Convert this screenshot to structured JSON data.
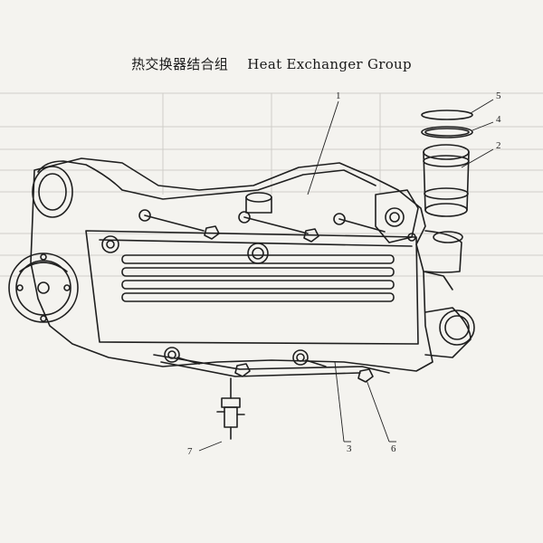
{
  "title": {
    "chinese": "热交换器结合组",
    "english": "Heat Exchanger Group"
  },
  "callouts": [
    {
      "id": "1",
      "label": "1"
    },
    {
      "id": "2",
      "label": "2"
    },
    {
      "id": "3",
      "label": "3"
    },
    {
      "id": "4",
      "label": "4"
    },
    {
      "id": "5",
      "label": "5"
    },
    {
      "id": "6",
      "label": "6"
    },
    {
      "id": "7",
      "label": "7"
    }
  ],
  "colors": {
    "paper": "#f4f3ef",
    "ink": "#1f1f1f",
    "faint_table": "#c9c8c2"
  }
}
